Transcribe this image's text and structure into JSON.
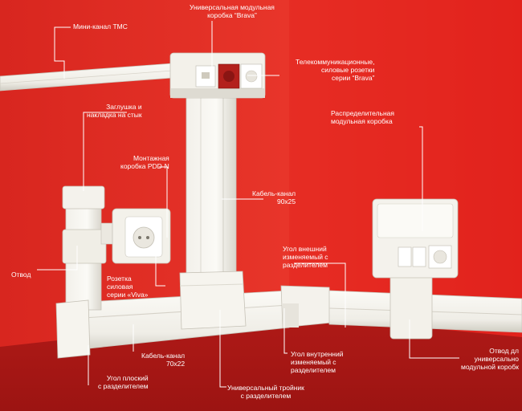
{
  "labels": {
    "mini_channel": "Мини-канал TMC",
    "universal_box_1": "Универсальная модульная",
    "universal_box_2": "коробка “Brava”",
    "telecom_1": "Телекоммуникационные,",
    "telecom_2": "силовые розетки",
    "telecom_3": "серии “Brava”",
    "plug_1": "Заглушка и",
    "plug_2": "накладка на стык",
    "distribution_1": "Распределительная",
    "distribution_2": "модульная коробка",
    "mounting_1": "Монтажная",
    "mounting_2": "коробка PDD-N",
    "channel90_1": "Кабель-канал",
    "channel90_2": "90х25",
    "outer_corner_1": "Угол внешний",
    "outer_corner_2": "изменяемый с",
    "outer_corner_3": "разделителем",
    "branch": "Отвод",
    "socket_1": "Розетка",
    "socket_2": "силовая",
    "socket_3": "серии «Viva»",
    "channel70_1": "Кабель-канал",
    "channel70_2": "70х22",
    "inner_corner_1": "Угол внутренний",
    "inner_corner_2": "изменяемый с",
    "inner_corner_3": "разделителем",
    "branch_box_1": "Отвод дл",
    "branch_box_2": "универсально",
    "branch_box_3": "модульной коробк",
    "flat_corner_1": "Угол плоский",
    "flat_corner_2": "с разделителем",
    "tee_1": "Универсальный тройник",
    "tee_2": "с разделителем"
  }
}
